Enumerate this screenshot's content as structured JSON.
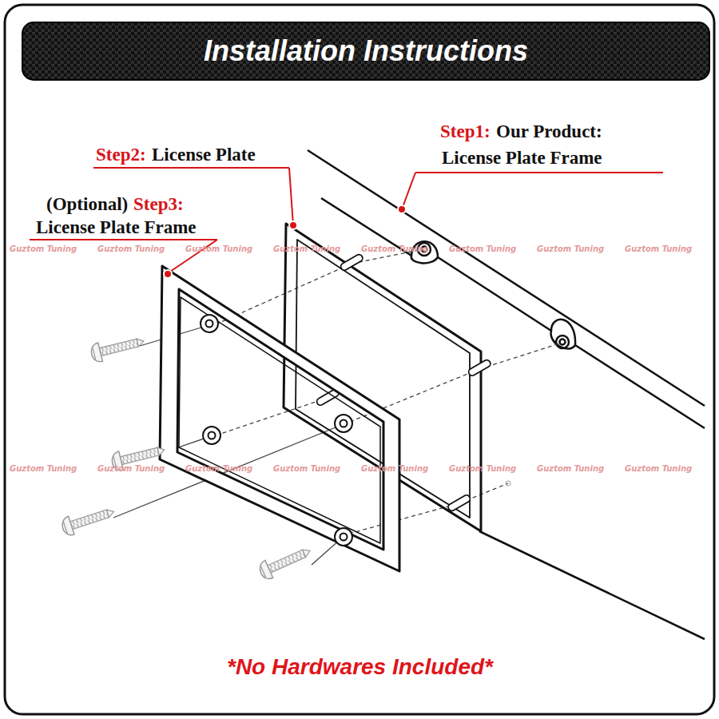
{
  "diagram": {
    "title": "Installation Instructions",
    "caption": "*No Hardwares Included*",
    "labels": [
      "Step1:",
      "Our Product:",
      "License Plate Frame",
      "Step2:",
      "License Plate",
      "(Optional)",
      "Step3:",
      "License Plate Frame",
      "Guztom Tuning",
      "Guztom Tuning",
      "Guztom Tuning",
      "Guztom Tuning",
      "Guztom Tuning",
      "Guztom Tuning",
      "Guztom Tuning",
      "Guztom Tuning",
      "Guztom Tuning",
      "Guztom Tuning",
      "Guztom Tuning",
      "Guztom Tuning",
      "Guztom Tuning",
      "Guztom Tuning",
      "Guztom Tuning",
      "Guztom Tuning"
    ]
  }
}
